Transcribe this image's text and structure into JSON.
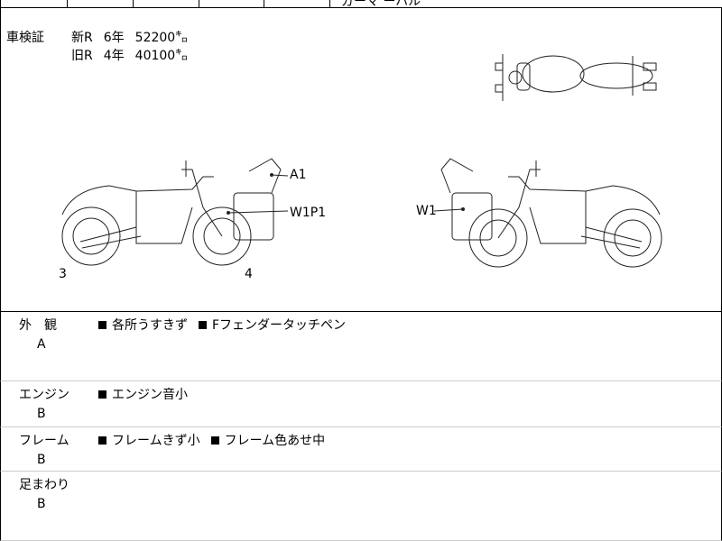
{
  "top_strip": {
    "partial_text": "ガーマ ーハル"
  },
  "inspection": {
    "label": "車検証",
    "rows": [
      {
        "type": "新R",
        "years": "6年",
        "mileage": "52200㌔"
      },
      {
        "type": "旧R",
        "years": "4年",
        "mileage": "40100㌔"
      }
    ]
  },
  "diagram": {
    "left_bike": {
      "callouts": [
        "A1",
        "W1P1"
      ],
      "wheel_labels": [
        "3",
        "4"
      ]
    },
    "right_bike": {
      "callouts": [
        "W1"
      ]
    }
  },
  "sections": [
    {
      "title": "外　観",
      "grade": "A",
      "notes": [
        "各所うすきず",
        "Fフェンダータッチペン"
      ]
    },
    {
      "title": "エンジン",
      "grade": "B",
      "notes": [
        "エンジン音小"
      ]
    },
    {
      "title": "フレーム",
      "grade": "B",
      "notes": [
        "フレームきず小",
        "フレーム色あせ中"
      ]
    },
    {
      "title": "足まわり",
      "grade": "B",
      "notes": []
    }
  ]
}
